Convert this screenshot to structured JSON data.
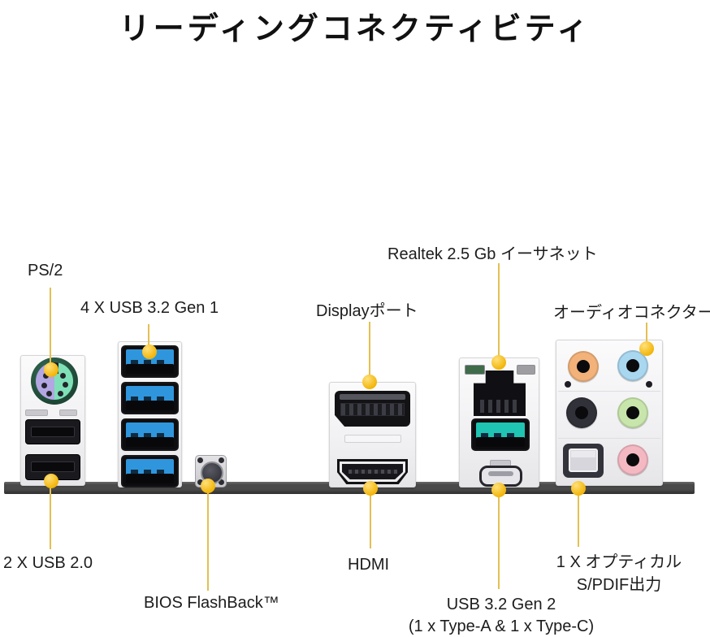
{
  "title": "リーディングコネクティビティ",
  "callouts": {
    "ps2": {
      "label": "PS/2"
    },
    "usb32gen1": {
      "label": "4 X USB 3.2 Gen 1"
    },
    "displayport": {
      "label": "Displayポート"
    },
    "ethernet": {
      "label": "Realtek 2.5 Gb イーサネット"
    },
    "audio": {
      "label": "オーディオコネクター"
    },
    "usb20": {
      "label": "2 X USB 2.0"
    },
    "bios_flashback": {
      "label": "BIOS FlashBack™"
    },
    "hdmi": {
      "label": "HDMI"
    },
    "usb32gen2": {
      "label": "USB 3.2 Gen 2",
      "label2": "(1 x Type-A & 1 x Type-C)"
    },
    "spdif": {
      "label": "1 X オプティカル",
      "label2": "S/PDIF出力"
    }
  },
  "colors": {
    "accent_line": "#e3c052",
    "accent_dot": "#f2b406",
    "bar_gray": "#4a4a4a",
    "usb3_blue": "#2f96dd",
    "usb_teal": "#1fc4b2",
    "ps2_purple": "#b3a6e3",
    "ps2_green": "#7fe0b8",
    "audio_orange": "#f2b27a",
    "audio_lightblue": "#a9d7ef",
    "audio_black": "#31313a",
    "audio_green": "#c8e6ab",
    "audio_pink": "#f4b8c2",
    "led_green": "#3f6b4a",
    "led_gray": "#9e9ea2"
  }
}
